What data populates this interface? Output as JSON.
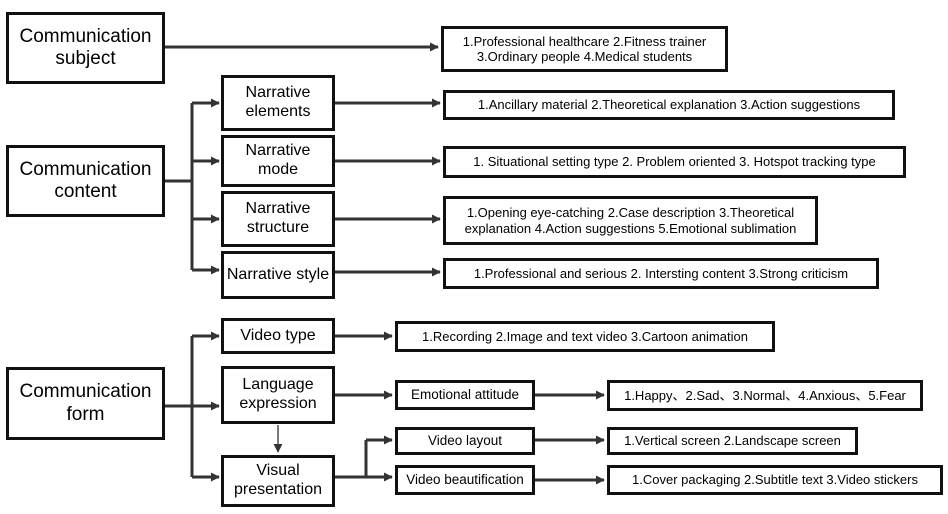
{
  "subject": {
    "title": "Communication subject",
    "items": "1.Professional healthcare  2.Fitness trainer\n3.Ordinary people  4.Medical students"
  },
  "content": {
    "title": "Communication content",
    "children": [
      {
        "label": "Narrative elements",
        "items": "1.Ancillary material  2.Theoretical explanation 3.Action suggestions"
      },
      {
        "label": "Narrative mode",
        "items": "1. Situational setting type 2. Problem oriented 3. Hotspot tracking type"
      },
      {
        "label": "Narrative structure",
        "items": "1.Opening eye-catching 2.Case description 3.Theoretical explanation 4.Action suggestions 5.Emotional sublimation"
      },
      {
        "label": "Narrative style",
        "items": "1.Professional and serious 2. Intersting content  3.Strong criticism"
      }
    ]
  },
  "form": {
    "title": "Communication form",
    "video_type": {
      "label": "Video type",
      "items": "1.Recording  2.Image and text video  3.Cartoon animation"
    },
    "language": {
      "label": "Language expression",
      "mid": "Emotional attitude",
      "items": "1.Happy、2.Sad、3.Normal、4.Anxious、5.Fear"
    },
    "visual": {
      "label": "Visual presentation",
      "layout": {
        "label": "Video layout",
        "items": "1.Vertical screen  2.Landscape screen"
      },
      "beautification": {
        "label": "Video beautification",
        "items": "1.Cover packaging  2.Subtitle text  3.Video stickers"
      }
    }
  }
}
